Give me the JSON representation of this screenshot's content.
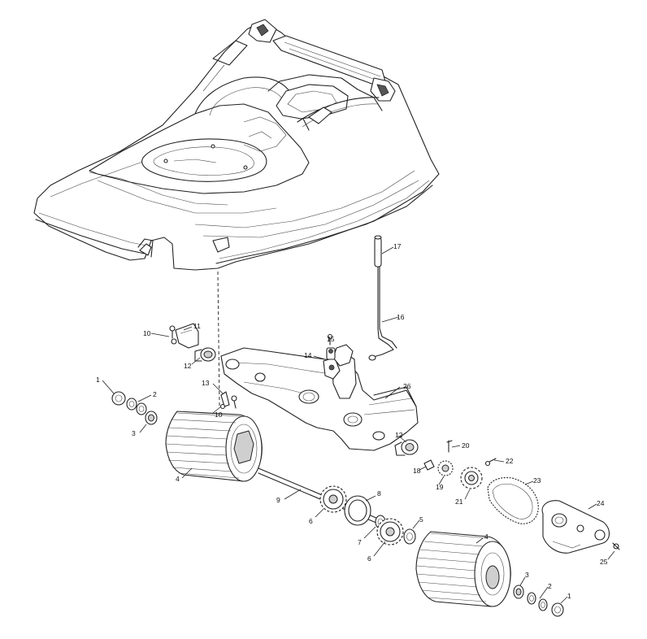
{
  "callouts": [
    {
      "id": "c1a",
      "text": "1"
    },
    {
      "id": "c2a",
      "text": "2"
    },
    {
      "id": "c3a",
      "text": "3"
    },
    {
      "id": "c4a",
      "text": "4"
    },
    {
      "id": "c5",
      "text": "5"
    },
    {
      "id": "c6a",
      "text": "6"
    },
    {
      "id": "c6b",
      "text": "6"
    },
    {
      "id": "c7",
      "text": "7"
    },
    {
      "id": "c8",
      "text": "8"
    },
    {
      "id": "c9",
      "text": "9"
    },
    {
      "id": "c10a",
      "text": "10"
    },
    {
      "id": "c10b",
      "text": "10"
    },
    {
      "id": "c11",
      "text": "11"
    },
    {
      "id": "c12a",
      "text": "12"
    },
    {
      "id": "c12b",
      "text": "12"
    },
    {
      "id": "c13",
      "text": "13"
    },
    {
      "id": "c14",
      "text": "14"
    },
    {
      "id": "c15",
      "text": "15"
    },
    {
      "id": "c16",
      "text": "16"
    },
    {
      "id": "c17",
      "text": "17"
    },
    {
      "id": "c18",
      "text": "18"
    },
    {
      "id": "c19",
      "text": "19"
    },
    {
      "id": "c20",
      "text": "20"
    },
    {
      "id": "c21",
      "text": "21"
    },
    {
      "id": "c22",
      "text": "22"
    },
    {
      "id": "c23",
      "text": "23"
    },
    {
      "id": "c24",
      "text": "24"
    },
    {
      "id": "c25",
      "text": "25"
    },
    {
      "id": "c4b",
      "text": "4"
    },
    {
      "id": "c3b",
      "text": "3"
    },
    {
      "id": "c2b",
      "text": "2"
    },
    {
      "id": "c1b",
      "text": "1"
    }
  ]
}
